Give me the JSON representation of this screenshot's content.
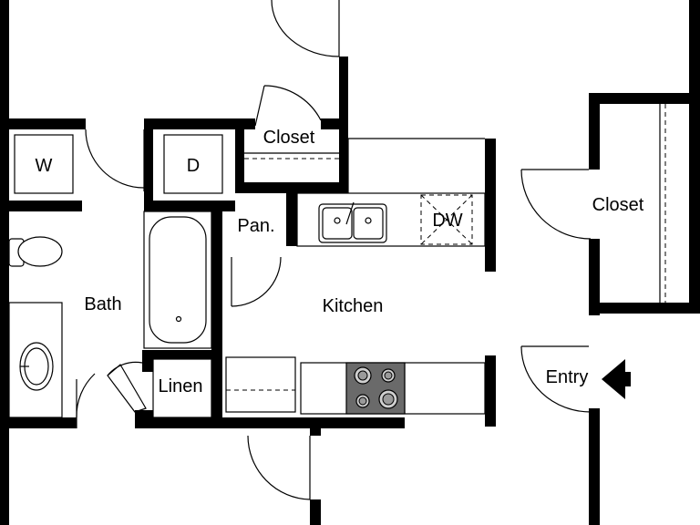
{
  "plan": {
    "wall_color": "#000000",
    "background": "#ffffff",
    "rooms": {
      "washer": "W",
      "dryer": "D",
      "closet_top": "Closet",
      "pantry": "Pan.",
      "dishwasher": "DW",
      "closet_right": "Closet",
      "bath": "Bath",
      "kitchen": "Kitchen",
      "linen": "Linen",
      "entry": "Entry"
    },
    "icons": {
      "entry_arrow": "arrow-left-icon"
    }
  }
}
